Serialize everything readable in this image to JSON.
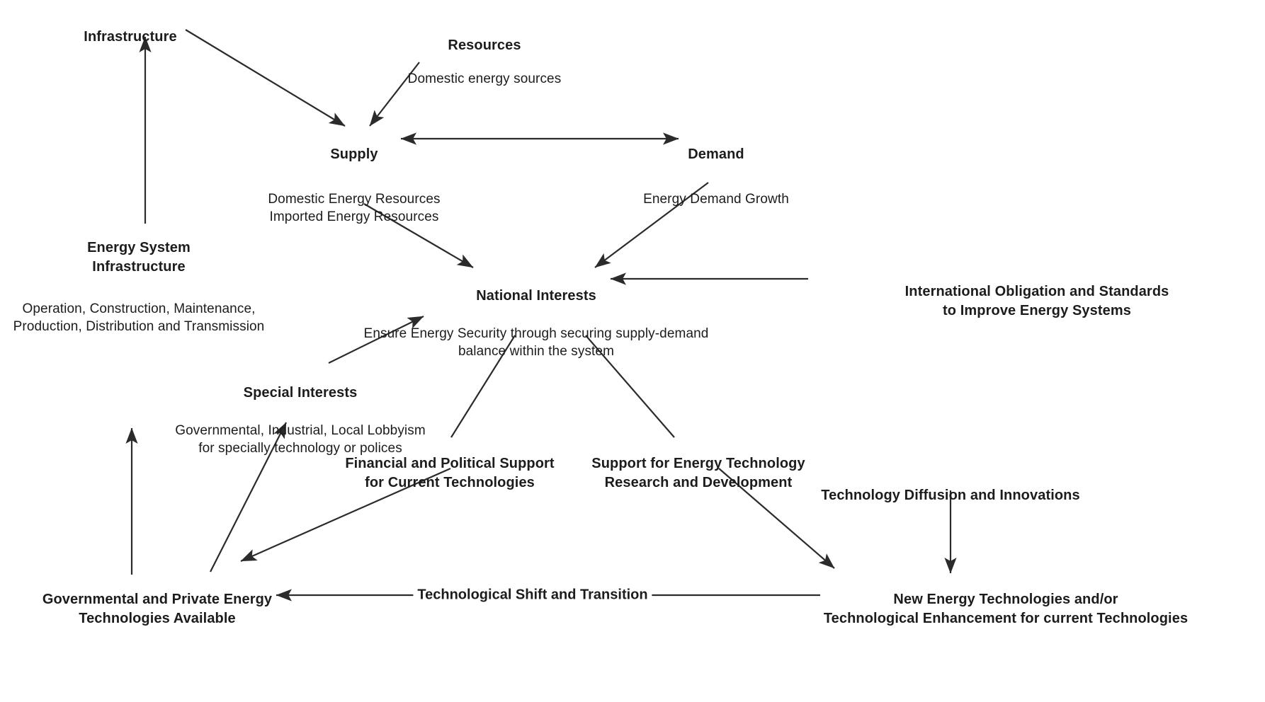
{
  "diagram": {
    "title": "Energy System National Interests Influence Diagram",
    "background_color": "#ffffff",
    "line_color": "#2b2b2b",
    "text_color": "#1c1c1c",
    "nodes": [
      {
        "id": "infrastructure",
        "title": "Infrastructure",
        "sub": ""
      },
      {
        "id": "resources",
        "title": "Resources",
        "sub": "Domestic energy sources"
      },
      {
        "id": "supply",
        "title": "Supply",
        "sub": "Domestic Energy Resources\nImported Energy Resources"
      },
      {
        "id": "demand",
        "title": "Demand",
        "sub": "Energy Demand Growth"
      },
      {
        "id": "energy-system-infrastructure",
        "title": "Energy System\nInfrastructure",
        "sub": "Operation, Construction, Maintenance,\nProduction, Distribution and Transmission"
      },
      {
        "id": "national-interests",
        "title": "National Interests",
        "sub": "Ensure Energy Security through securing supply-demand\nbalance within the system"
      },
      {
        "id": "international-obligation",
        "title": "International Obligation and Standards\nto Improve Energy Systems",
        "sub": ""
      },
      {
        "id": "special-interests",
        "title": "Special Interests",
        "sub": "Governmental, Industrial, Local Lobbyism\nfor specially technology or polices"
      },
      {
        "id": "financial-political-support",
        "title": "Financial and Political Support\nfor Current Technologies",
        "sub": ""
      },
      {
        "id": "support-rnd",
        "title": "Support for Energy Technology\nResearch and Development",
        "sub": ""
      },
      {
        "id": "technology-diffusion",
        "title": "Technology Diffusion and Innovations",
        "sub": ""
      },
      {
        "id": "gov-private-tech",
        "title": "Governmental and Private Energy\nTechnologies Available",
        "sub": ""
      },
      {
        "id": "new-energy-tech",
        "title": "New Energy Technologies and/or\nTechnological Enhancement for current Technologies",
        "sub": ""
      }
    ],
    "edge_labels": [
      {
        "id": "technological-shift",
        "text": "Technological Shift and Transition"
      }
    ],
    "edges": [
      {
        "from": "energy-system-infrastructure",
        "to": "infrastructure",
        "arrow": "single"
      },
      {
        "from": "infrastructure",
        "to": "supply",
        "arrow": "single"
      },
      {
        "from": "resources",
        "to": "supply",
        "arrow": "single"
      },
      {
        "from": "supply",
        "to": "demand",
        "arrow": "double"
      },
      {
        "from": "supply",
        "to": "national-interests",
        "arrow": "single"
      },
      {
        "from": "demand",
        "to": "national-interests",
        "arrow": "single"
      },
      {
        "from": "international-obligation",
        "to": "national-interests",
        "arrow": "single"
      },
      {
        "from": "special-interests",
        "to": "national-interests",
        "arrow": "single"
      },
      {
        "from": "national-interests",
        "to": "financial-political-support",
        "arrow": "none"
      },
      {
        "from": "national-interests",
        "to": "support-rnd",
        "arrow": "none"
      },
      {
        "from": "financial-political-support",
        "to": "gov-private-tech",
        "arrow": "single"
      },
      {
        "from": "gov-private-tech",
        "to": "special-interests",
        "arrow": "single"
      },
      {
        "from": "support-rnd",
        "to": "new-energy-tech",
        "arrow": "single"
      },
      {
        "from": "technology-diffusion",
        "to": "new-energy-tech",
        "arrow": "single"
      },
      {
        "from": "new-energy-tech",
        "to": "gov-private-tech",
        "arrow": "single",
        "label": "Technological Shift and Transition"
      },
      {
        "from": "gov-private-tech",
        "to": "energy-system-infrastructure",
        "arrow": "single"
      }
    ]
  }
}
